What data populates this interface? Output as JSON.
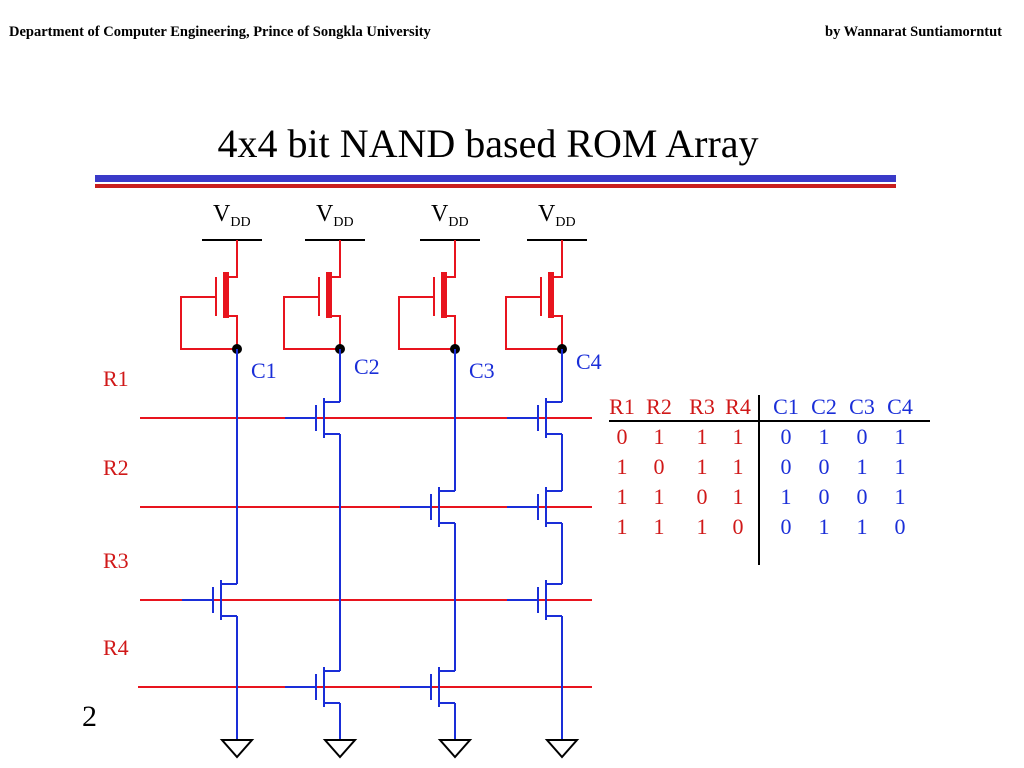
{
  "header": {
    "left": "Department of Computer Engineering, Prince of Songkla University",
    "right": "by Wannarat Suntiamorntut"
  },
  "slide": {
    "title": "4x4 bit NAND  based ROM Array"
  },
  "colors": {
    "accent_blue": "#3a3ac8",
    "accent_red": "#c81e1e",
    "wire_red": "#e8141e",
    "wire_blue": "#1a2ed8",
    "text_red": "#d01818",
    "text_blue": "#1a2ed8"
  },
  "circuit": {
    "supply_label": "V",
    "supply_subscript": "DD",
    "columns": [
      "C1",
      "C2",
      "C3",
      "C4"
    ],
    "rows": [
      "R1",
      "R2",
      "R3",
      "R4"
    ],
    "transistors": [
      [
        false,
        true,
        false,
        true
      ],
      [
        false,
        false,
        true,
        true
      ],
      [
        true,
        false,
        false,
        true
      ],
      [
        false,
        true,
        true,
        false
      ]
    ]
  },
  "truth_table": {
    "row_headers": [
      "R1",
      "R2",
      "R3",
      "R4"
    ],
    "col_headers": [
      "C1",
      "C2",
      "C3",
      "C4"
    ],
    "rows": [
      {
        "r": [
          "0",
          "1",
          "1",
          "1"
        ],
        "c": [
          "0",
          "1",
          "0",
          "1"
        ]
      },
      {
        "r": [
          "1",
          "0",
          "1",
          "1"
        ],
        "c": [
          "0",
          "0",
          "1",
          "1"
        ]
      },
      {
        "r": [
          "1",
          "1",
          "0",
          "1"
        ],
        "c": [
          "1",
          "0",
          "0",
          "1"
        ]
      },
      {
        "r": [
          "1",
          "1",
          "1",
          "0"
        ],
        "c": [
          "0",
          "1",
          "1",
          "0"
        ]
      }
    ]
  },
  "page_fragment": "2"
}
